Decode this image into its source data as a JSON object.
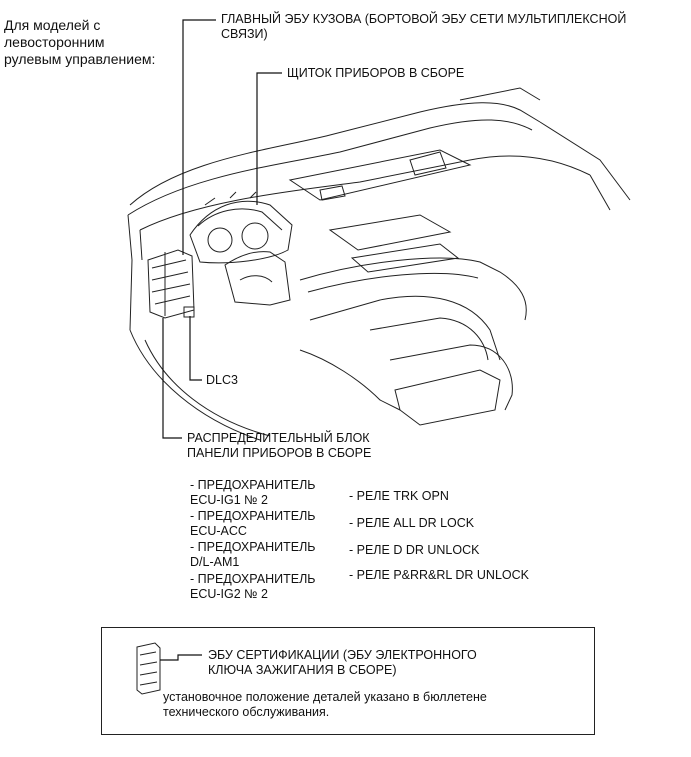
{
  "header_note": [
    "Для моделей с",
    "левосторонним",
    "рулевым управлением:"
  ],
  "callouts": {
    "main_body_ecu": [
      "ГЛАВНЫЙ ЭБУ КУЗОВА (БОРТОВОЙ ЭБУ СЕТИ МУЛЬТИПЛЕКСНОЙ",
      "СВЯЗИ)"
    ],
    "combination_meter": "ЩИТОК ПРИБОРОВ В СБОРЕ",
    "dlc3": "DLC3",
    "junction_block": [
      "РАСПРЕДЕЛИТЕЛЬНЫЙ БЛОК",
      "ПАНЕЛИ ПРИБОРОВ В СБОРЕ"
    ]
  },
  "fuses": [
    [
      "- ПРЕДОХРАНИТЕЛЬ",
      "ECU-IG1 № 2"
    ],
    [
      "- ПРЕДОХРАНИТЕЛЬ",
      "ECU-ACC"
    ],
    [
      "- ПРЕДОХРАНИТЕЛЬ",
      "D/L-AM1"
    ],
    [
      "- ПРЕДОХРАНИТЕЛЬ",
      "ECU-IG2 № 2"
    ]
  ],
  "relays": [
    "- РЕЛЕ TRK OPN",
    "- РЕЛЕ ALL DR LOCK",
    "- РЕЛЕ D DR UNLOCK",
    "- РЕЛЕ P&RR&RL DR UNLOCK"
  ],
  "legend_box": {
    "component": [
      "ЭБУ СЕРТИФИКАЦИИ (ЭБУ ЭЛЕКТРОННОГО",
      "КЛЮЧА ЗАЖИГАНИЯ В СБОРЕ)"
    ],
    "note": [
      "установочное положение деталей указано в бюллетене",
      "технического обслуживания."
    ]
  }
}
